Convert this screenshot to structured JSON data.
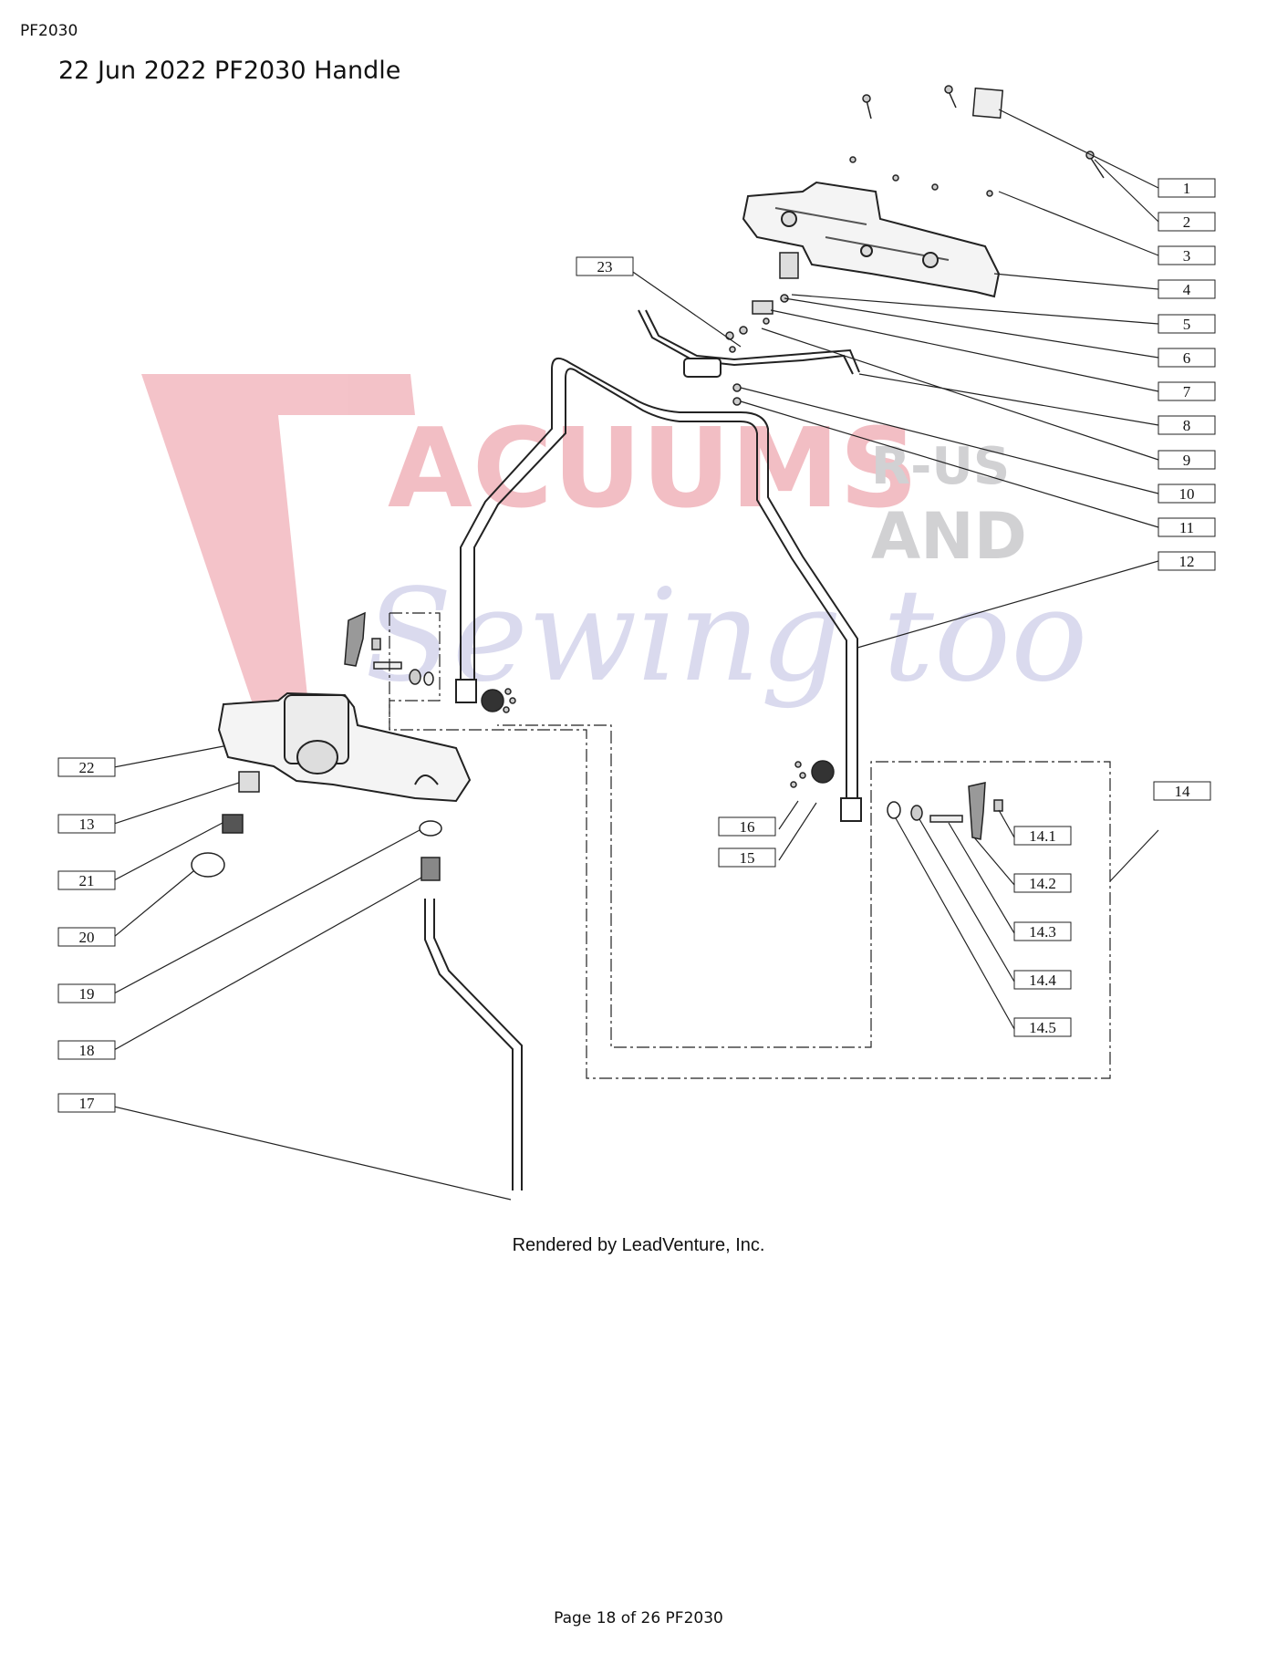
{
  "header": {
    "code": "PF2030"
  },
  "page": {
    "title": "22 Jun 2022 PF2030 Handle"
  },
  "diagram": {
    "watermark": {
      "line1": "ACUUMS",
      "line2": "R-US",
      "line3": "AND",
      "line4": "Sewing too"
    },
    "credit": "Rendered by LeadVenture, Inc.",
    "callouts": [
      {
        "id": "c1",
        "label": "1"
      },
      {
        "id": "c2",
        "label": "2"
      },
      {
        "id": "c3",
        "label": "3"
      },
      {
        "id": "c4",
        "label": "4"
      },
      {
        "id": "c5",
        "label": "5"
      },
      {
        "id": "c6",
        "label": "6"
      },
      {
        "id": "c7",
        "label": "7"
      },
      {
        "id": "c8",
        "label": "8"
      },
      {
        "id": "c9",
        "label": "9"
      },
      {
        "id": "c10",
        "label": "10"
      },
      {
        "id": "c11",
        "label": "11"
      },
      {
        "id": "c12",
        "label": "12"
      },
      {
        "id": "c23",
        "label": "23"
      },
      {
        "id": "c22",
        "label": "22"
      },
      {
        "id": "c13",
        "label": "13"
      },
      {
        "id": "c21",
        "label": "21"
      },
      {
        "id": "c20",
        "label": "20"
      },
      {
        "id": "c19",
        "label": "19"
      },
      {
        "id": "c18",
        "label": "18"
      },
      {
        "id": "c17",
        "label": "17"
      },
      {
        "id": "c16",
        "label": "16"
      },
      {
        "id": "c15",
        "label": "15"
      },
      {
        "id": "c14",
        "label": "14"
      },
      {
        "id": "c14_1",
        "label": "14.1"
      },
      {
        "id": "c14_2",
        "label": "14.2"
      },
      {
        "id": "c14_3",
        "label": "14.3"
      },
      {
        "id": "c14_4",
        "label": "14.4"
      },
      {
        "id": "c14_5",
        "label": "14.5"
      }
    ]
  },
  "footer": {
    "page_text": "Page 18 of 26 PF2030"
  }
}
